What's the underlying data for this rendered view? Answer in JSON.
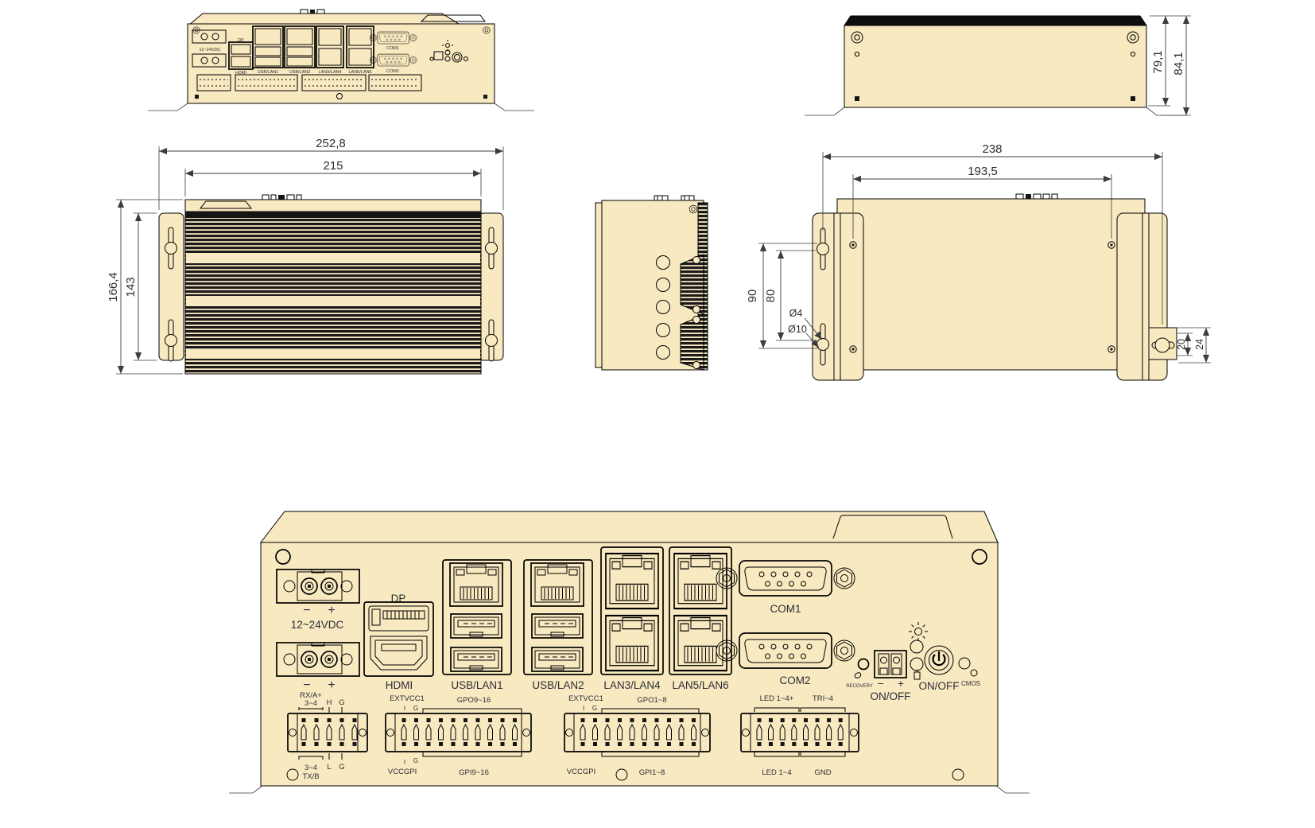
{
  "colors": {
    "body": "#f8e9c0",
    "line": "#000000",
    "label": "#2c2c38",
    "dim_line": "#3c3c3c"
  },
  "dims": {
    "top": {
      "outer_w": "252,8",
      "inner_w": "215",
      "outer_h": "166,4",
      "inner_h": "143"
    },
    "rear": {
      "body_h": "79,1",
      "total_h": "84,1"
    },
    "bottom": {
      "outer_w": "238",
      "inner_w": "193,5",
      "outer_v": "90",
      "inner_v": "80",
      "hole_d": "Ø4",
      "keyhole_d": "Ø10",
      "slot_w": "20",
      "slot_outer_w": "24"
    }
  },
  "panel": {
    "power": {
      "minus": "−",
      "plus": "+",
      "voltage": "12~24VDC"
    },
    "ports": {
      "dp": "DP",
      "hdmi": "HDMI",
      "usb_lan1": "USB/LAN1",
      "usb_lan2": "USB/LAN2",
      "lan3_lan4": "LAN3/LAN4",
      "lan5_lan6": "LAN5/LAN6",
      "com1": "COM1",
      "com2": "COM2"
    },
    "controls": {
      "recovery": "RECOVERY",
      "minus": "−",
      "plus": "+",
      "remote_onoff": "ON/OFF",
      "power_onoff": "ON/OFF",
      "cmos": "CMOS"
    },
    "serial": {
      "rx": "RX/A+",
      "rx2": "3~4",
      "h": "H",
      "g": "G",
      "tx": "3~4",
      "tx2": "TX/B",
      "l": "L",
      "g2": "G"
    },
    "gpio9_16": {
      "ext": "EXTVCC1",
      "i": "I",
      "g": "G",
      "gpo": "GPO9~16",
      "vcc": "VCCGPI",
      "i2": "I",
      "g2": "G",
      "gpi": "GPI9~16"
    },
    "gpio1_8": {
      "ext": "EXTVCC1",
      "i": "I",
      "g": "G",
      "gpo": "GPO1~8",
      "vcc": "VCCGPI",
      "gpi": "GPI1~8"
    },
    "led": {
      "top_left": "LED 1~4+",
      "top_right": "TRI~4",
      "bot_left": "LED 1~4",
      "bot_right": "GND"
    }
  }
}
